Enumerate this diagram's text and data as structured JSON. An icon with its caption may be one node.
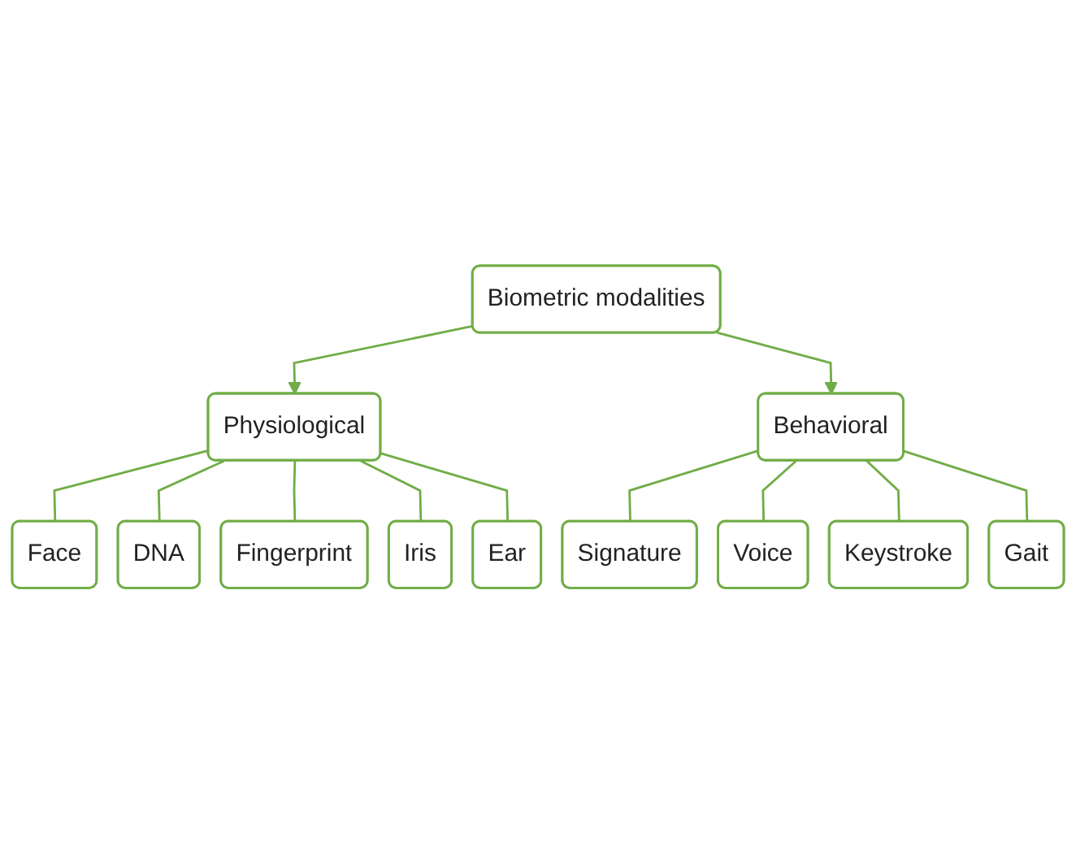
{
  "diagram": {
    "nodes": [
      {
        "text": [
          "Biometric modalities"
        ]
      },
      {
        "text": [
          "Physiological"
        ]
      },
      {
        "text": [
          "Behavioral"
        ]
      },
      {
        "text": [
          "Face"
        ]
      },
      {
        "text": [
          "DNA"
        ]
      },
      {
        "text": [
          "Fingerprint"
        ]
      },
      {
        "text": [
          "Iris"
        ]
      },
      {
        "text": [
          "Ear"
        ]
      },
      {
        "text": [
          "Signature"
        ]
      },
      {
        "text": [
          "Voice"
        ]
      },
      {
        "text": [
          "Keystroke"
        ]
      },
      {
        "text": [
          "Gait"
        ]
      }
    ],
    "edges": [
      {
        "from": 0,
        "to": 1,
        "arrow": "to"
      },
      {
        "from": 0,
        "to": 2,
        "arrow": "to"
      },
      {
        "from": 1,
        "to": 3,
        "arrow": "none"
      },
      {
        "from": 1,
        "to": 4,
        "arrow": "none"
      },
      {
        "from": 1,
        "to": 5,
        "arrow": "none"
      },
      {
        "from": 1,
        "to": 6,
        "arrow": "none"
      },
      {
        "from": 1,
        "to": 7,
        "arrow": "none"
      },
      {
        "from": 2,
        "to": 8,
        "arrow": "none"
      },
      {
        "from": 2,
        "to": 9,
        "arrow": "none"
      },
      {
        "from": 2,
        "to": 10,
        "arrow": "none"
      },
      {
        "from": 2,
        "to": 11,
        "arrow": "none"
      }
    ]
  }
}
